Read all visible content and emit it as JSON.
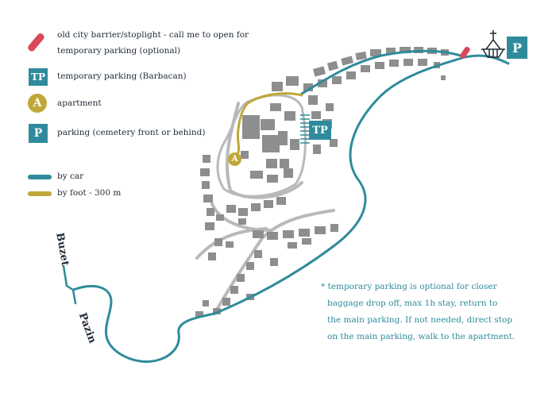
{
  "legend": {
    "barrier": "old city barrier/stoplight - call me to open for",
    "barrier_cont": "temporary parking (optional)",
    "tp_badge": "TP",
    "tp_label": "temporary parking (Barbacan)",
    "a_badge": "A",
    "a_label": "apartment",
    "p_badge": "P",
    "p_label": "parking (cemetery front or behind)",
    "car_label": "by car",
    "foot_label": "by foot - 300 m"
  },
  "map_labels": {
    "tp": "TP",
    "apartment": "A",
    "parking": "P",
    "buzet": "Buzet",
    "pazin": "Pazin"
  },
  "note": {
    "line1": "* temporary parking is optional for  closer",
    "line2": "baggage drop off, max 1h stay, return to",
    "line3": "the main parking. If not needed, direct stop",
    "line4": "on the main parking, walk to the apartment."
  },
  "colors": {
    "car_route": "#2f8b9b",
    "foot_route": "#c0a838",
    "barrier": "#d9485b",
    "buildings": "#8e8e8e",
    "roads": "#b9b9b9"
  }
}
